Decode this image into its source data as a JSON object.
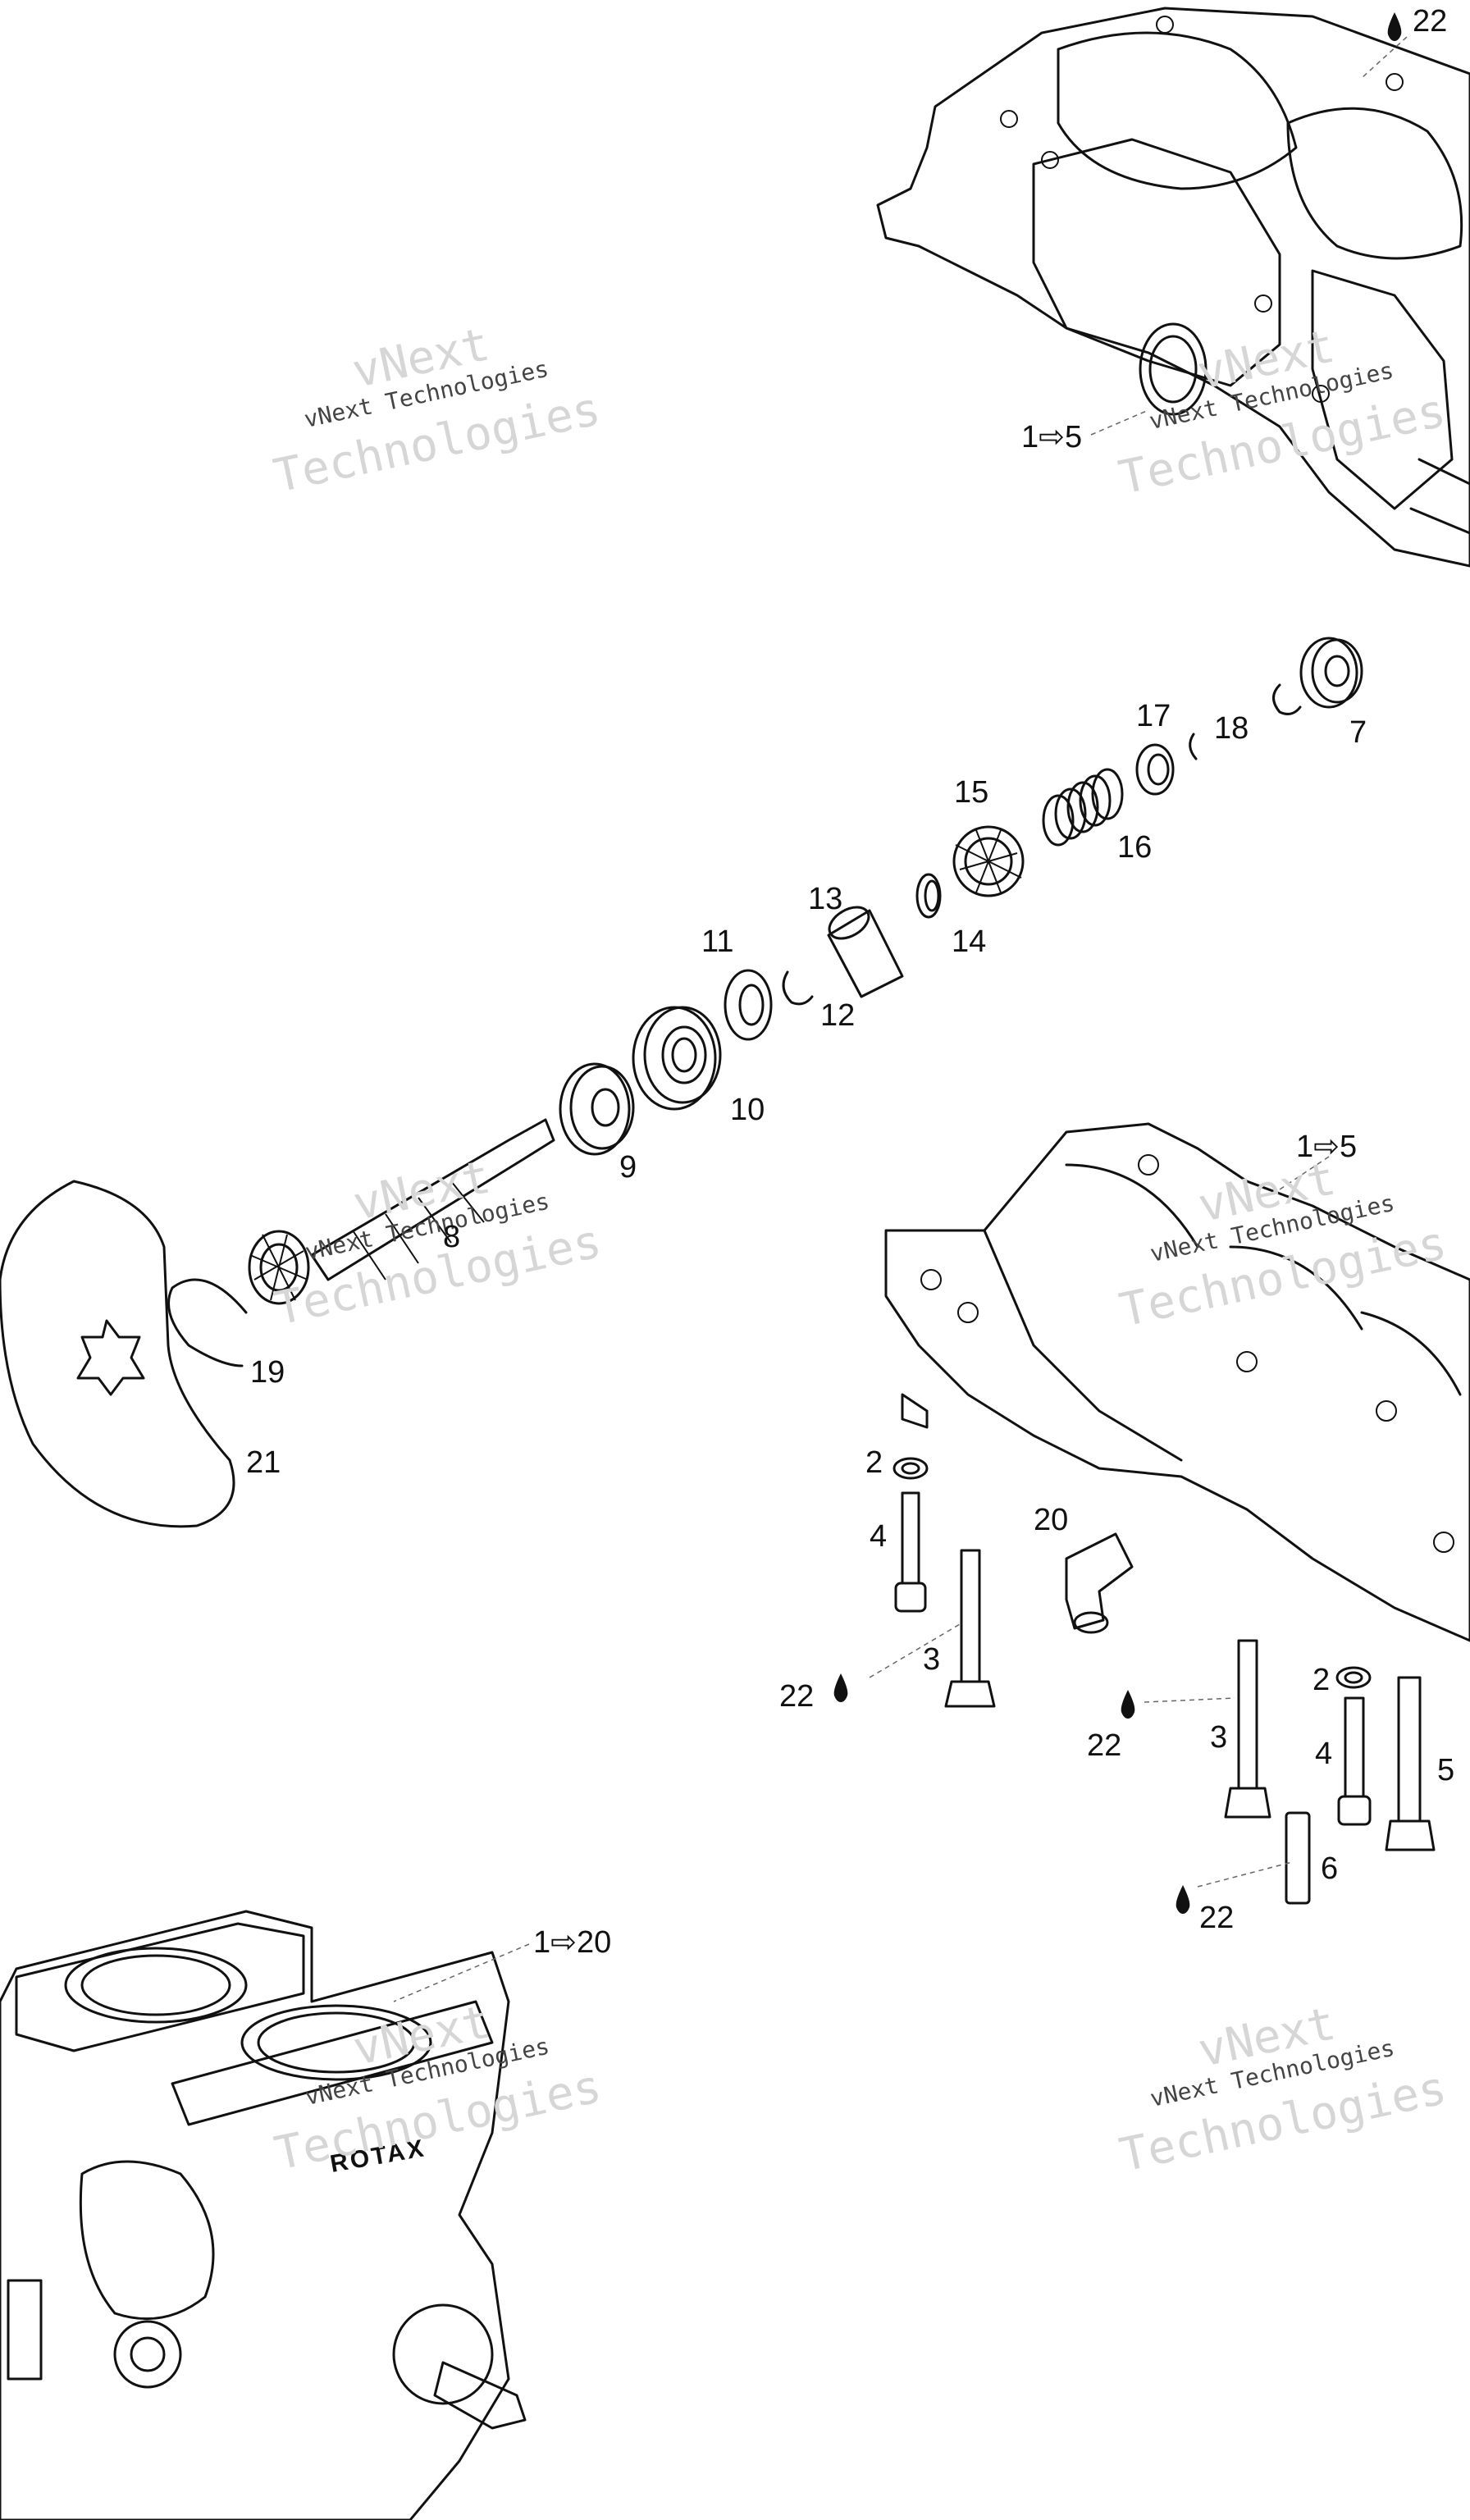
{
  "diagram": {
    "watermark_line1": "vNext",
    "watermark_line2": "vNext Technologies",
    "watermark_line3": "Technologies",
    "callouts": {
      "c22_top": "22",
      "c1to5_top": "1⇨5",
      "c7": "7",
      "c17": "17",
      "c18": "18",
      "c15": "15",
      "c16": "16",
      "c13": "13",
      "c14": "14",
      "c11": "11",
      "c12": "12",
      "c10": "10",
      "c9": "9",
      "c8": "8",
      "c19": "19",
      "c21": "21",
      "c1to5_mid": "1⇨5",
      "c2_left": "2",
      "c4_left": "4",
      "c20": "20",
      "c3_left": "3",
      "c22_left": "22",
      "c22_mid": "22",
      "c2_right": "2",
      "c3_right": "3",
      "c4_right": "4",
      "c5": "5",
      "c6": "6",
      "c22_bottom": "22",
      "c1to20": "1⇨20"
    },
    "brand_text": "ROTAX"
  }
}
